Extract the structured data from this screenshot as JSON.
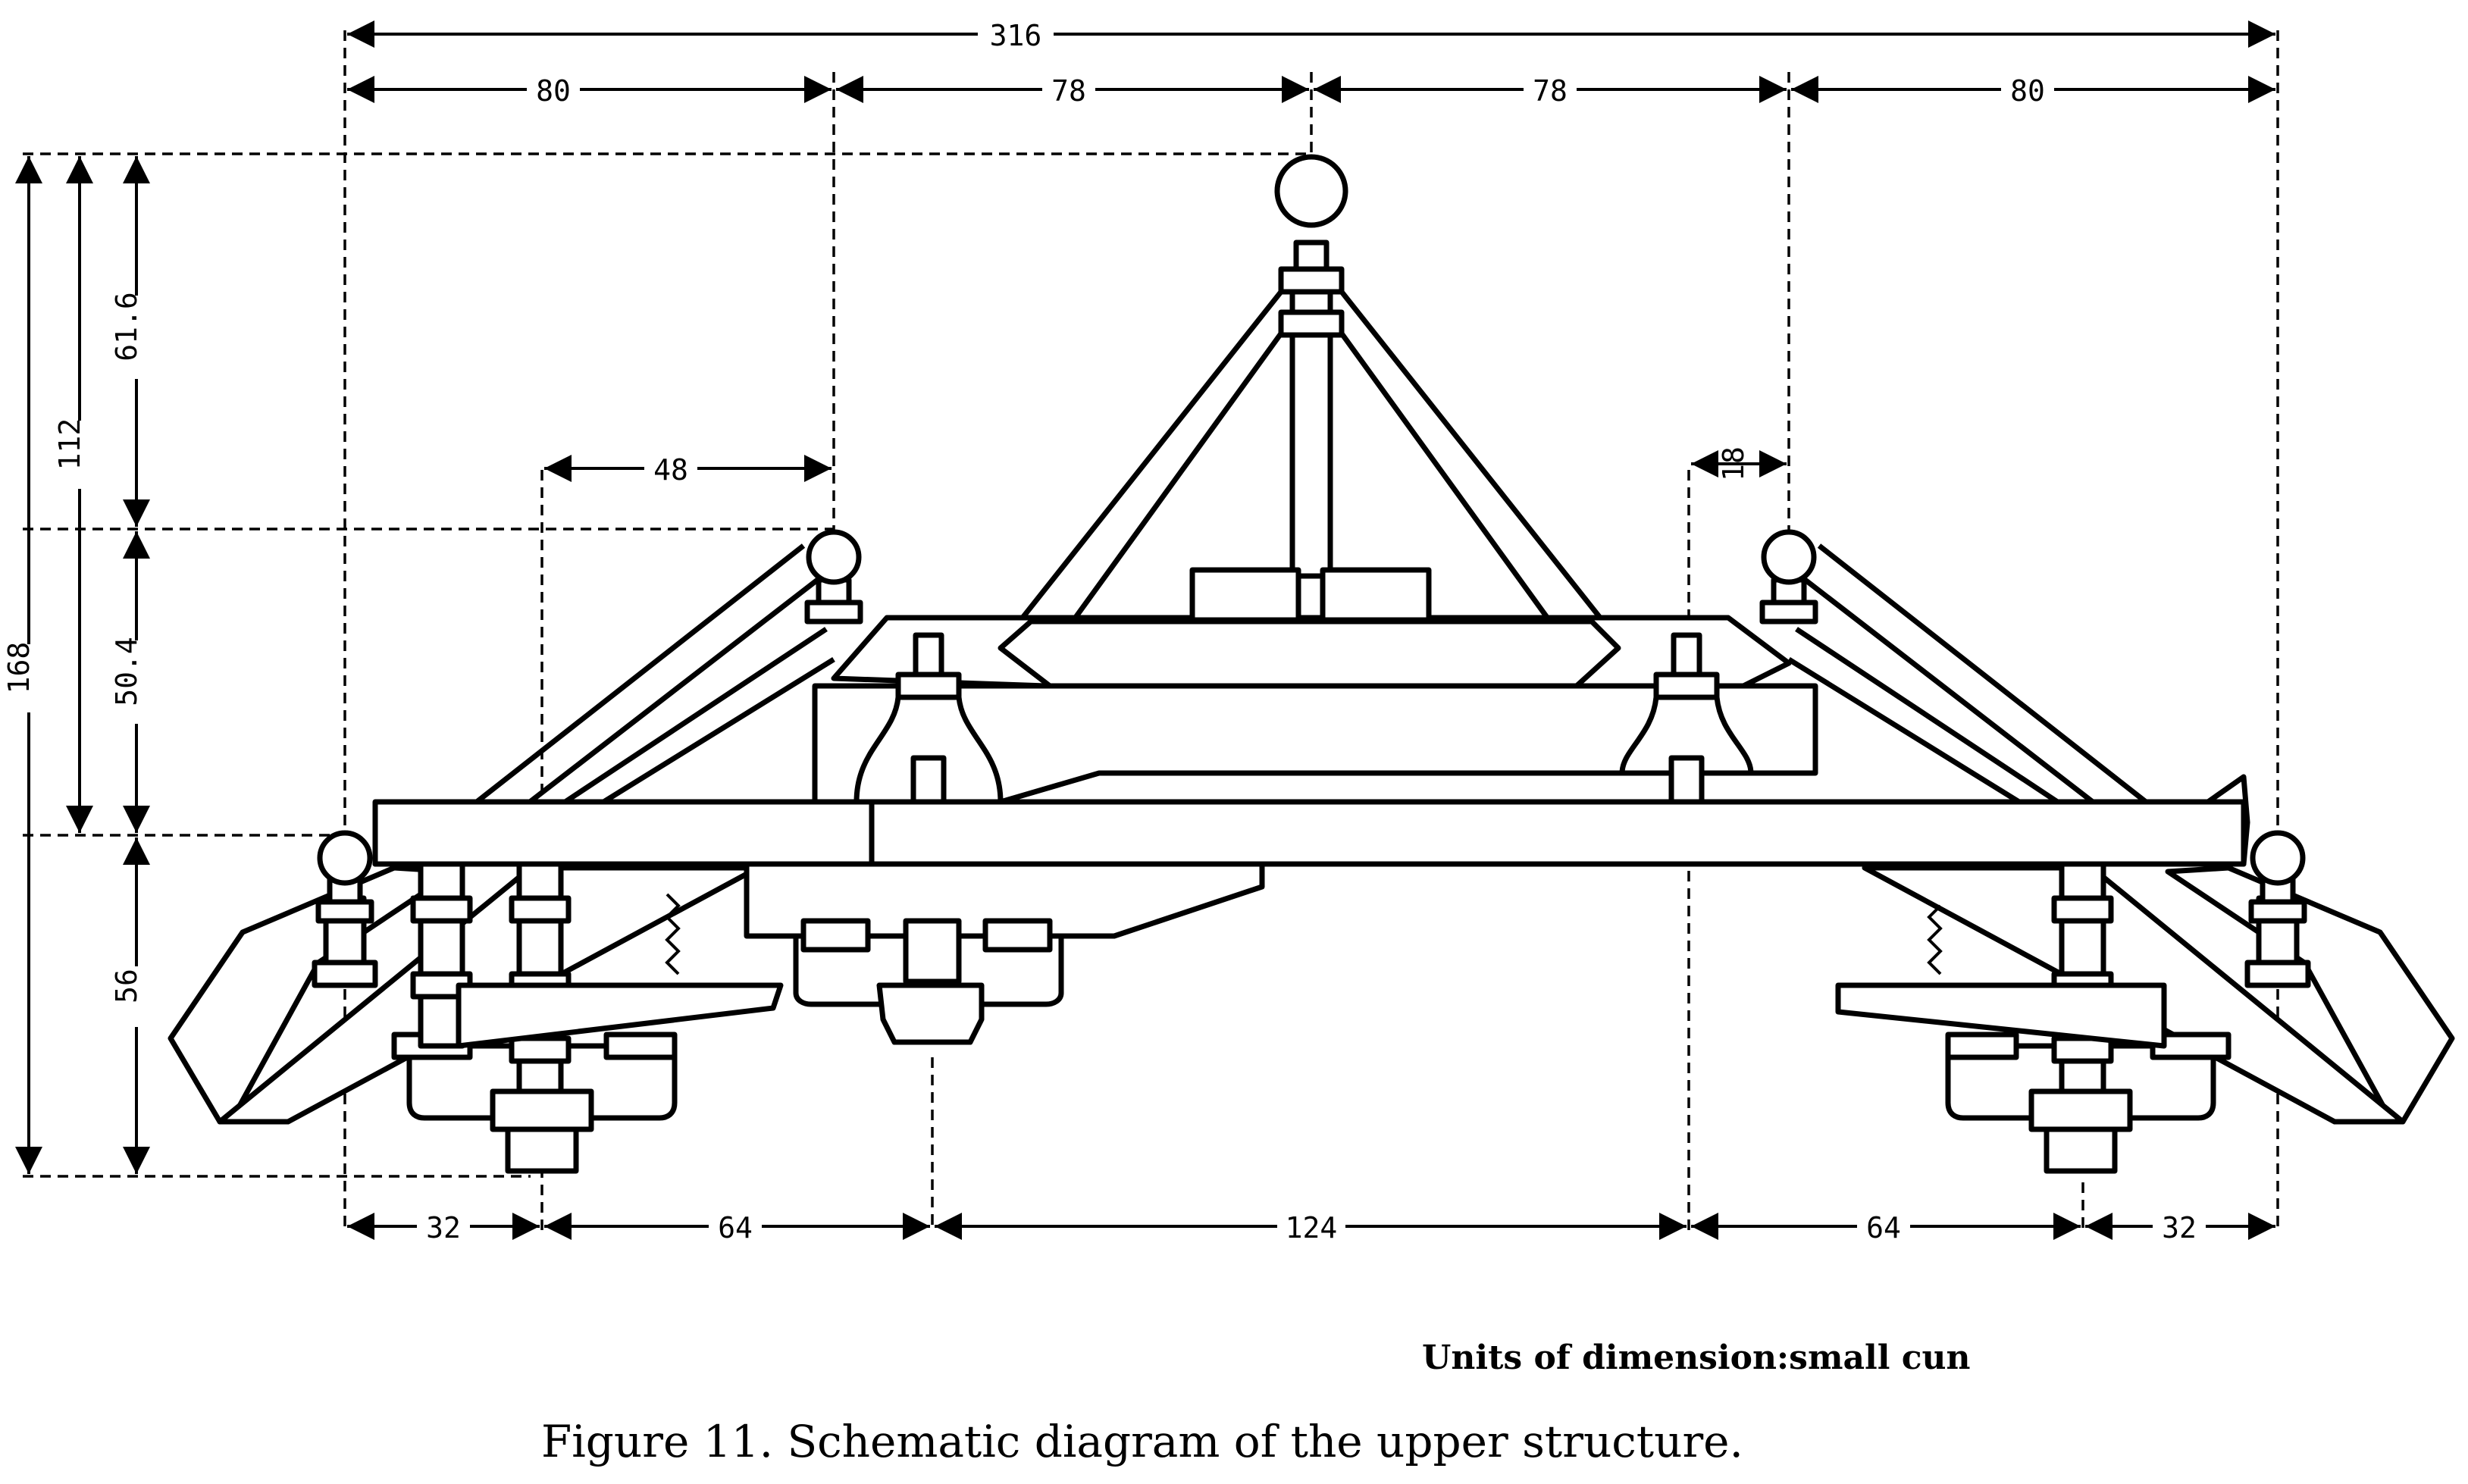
{
  "figure": {
    "caption": "Figure 11. Schematic diagram of the upper structure.",
    "units_note": "Units of dimension:small cun"
  },
  "dimensions": {
    "top_total": "316",
    "top_segments": [
      "80",
      "78",
      "78",
      "80"
    ],
    "left_overall": "168",
    "left_mid": "112",
    "left_upper": "61.6",
    "left_middle": "50.4",
    "left_lower": "56",
    "inner_left": "48",
    "inner_right": "18",
    "bottom_segments": [
      "32",
      "64",
      "124",
      "64",
      "32"
    ]
  },
  "colors": {
    "ink": "#000000",
    "paper": "#ffffff"
  }
}
